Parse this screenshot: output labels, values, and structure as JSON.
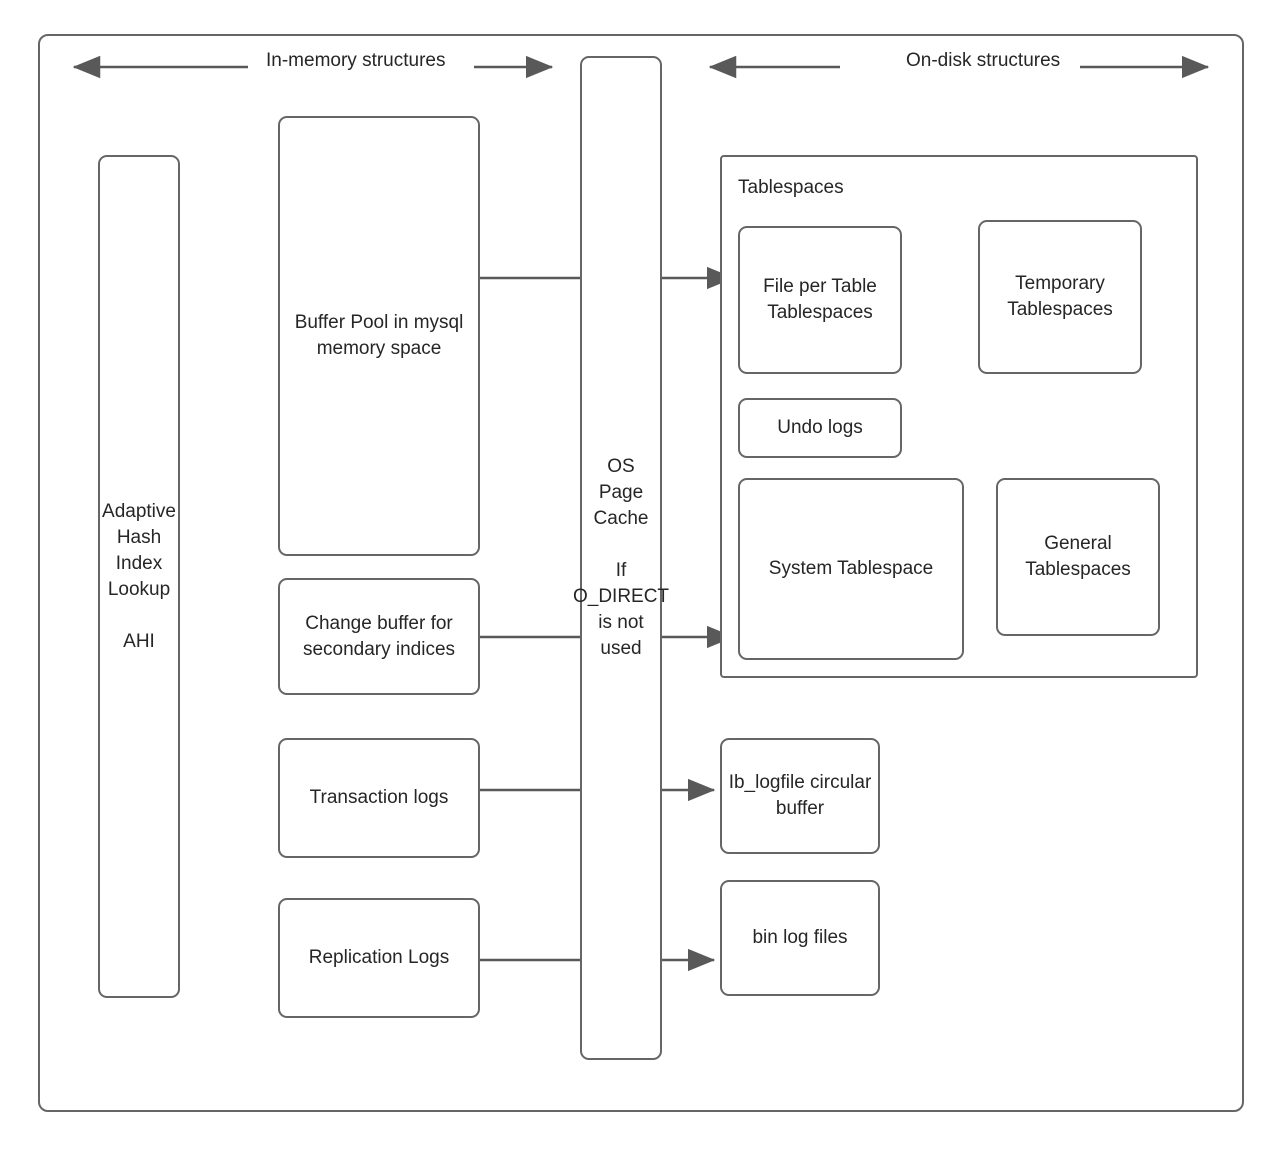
{
  "diagram": {
    "title_bands": {
      "in_memory": "In-memory structures",
      "on_disk": "On-disk structures"
    },
    "group_labels": {
      "tablespaces": "Tablespaces"
    },
    "nodes": {
      "ahi": "Adaptive Hash Index Lookup\n\nAHI",
      "buffer_pool": "Buffer Pool in mysql memory space",
      "change_buffer": "Change buffer for secondary indices",
      "transaction_logs": "Transaction logs",
      "replication_logs": "Replication Logs",
      "os_page_cache": "OS\nPage\nCache\n\nIf\nO_DIRECT\nis not\nused",
      "file_per_table": "File per Table Tablespaces",
      "temporary_tablespaces": "Temporary Tablespaces",
      "undo_logs": "Undo logs",
      "system_tablespace": "System Tablespace",
      "general_tablespaces": "General Tablespaces",
      "ib_logfile": "Ib_logfile circular buffer",
      "bin_log_files": "bin log files"
    },
    "colors": {
      "stroke": "#666666",
      "text": "#262626",
      "background": "#ffffff",
      "arrow": "#595959"
    },
    "connections": [
      {
        "from": "buffer_pool",
        "to": "file_per_table",
        "through": "os_page_cache"
      },
      {
        "from": "change_buffer",
        "to": "system_tablespace",
        "through": "os_page_cache"
      },
      {
        "from": "transaction_logs",
        "to": "ib_logfile",
        "through": "os_page_cache"
      },
      {
        "from": "replication_logs",
        "to": "bin_log_files",
        "through": "os_page_cache"
      }
    ]
  }
}
